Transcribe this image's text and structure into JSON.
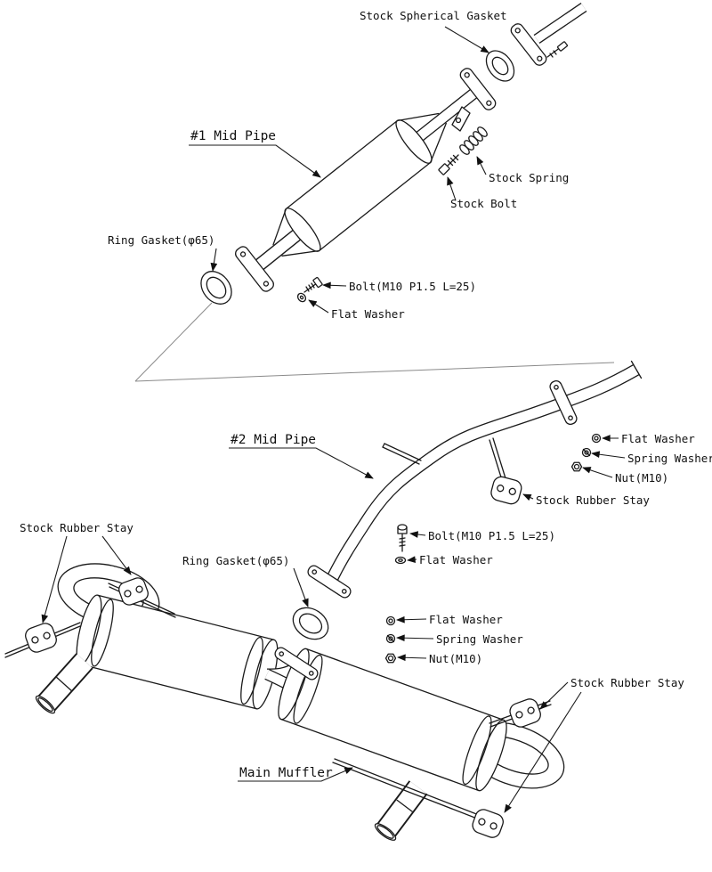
{
  "diagram": {
    "type": "exhaust-system-installation-diagram",
    "colors": {
      "line": "#1a1a1a",
      "background": "#ffffff",
      "separator": "#8a8a8a"
    },
    "labels": {
      "stock_spherical_gasket": "Stock Spherical Gasket",
      "mid_pipe_1": "#1 Mid Pipe",
      "stock_spring": "Stock Spring",
      "stock_bolt": "Stock Bolt",
      "ring_gasket_1": "Ring Gasket(φ65)",
      "bolt_m10_1": "Bolt(M10 P1.5 L=25)",
      "flat_washer_1": "Flat Washer",
      "mid_pipe_2": "#2 Mid Pipe",
      "flat_washer_2": "Flat Washer",
      "spring_washer_1": "Spring Washer",
      "nut_m10_1": "Nut(M10)",
      "stock_rubber_stay_right_top": "Stock Rubber Stay",
      "stock_rubber_stay_left": "Stock Rubber Stay",
      "bolt_m10_2": "Bolt(M10 P1.5 L=25)",
      "ring_gasket_2": "Ring Gasket(φ65)",
      "flat_washer_3": "Flat Washer",
      "flat_washer_4": "Flat Washer",
      "spring_washer_2": "Spring Washer",
      "nut_m10_2": "Nut(M10)",
      "stock_rubber_stay_right_bottom": "Stock Rubber Stay",
      "main_muffler": "Main Muffler"
    }
  }
}
